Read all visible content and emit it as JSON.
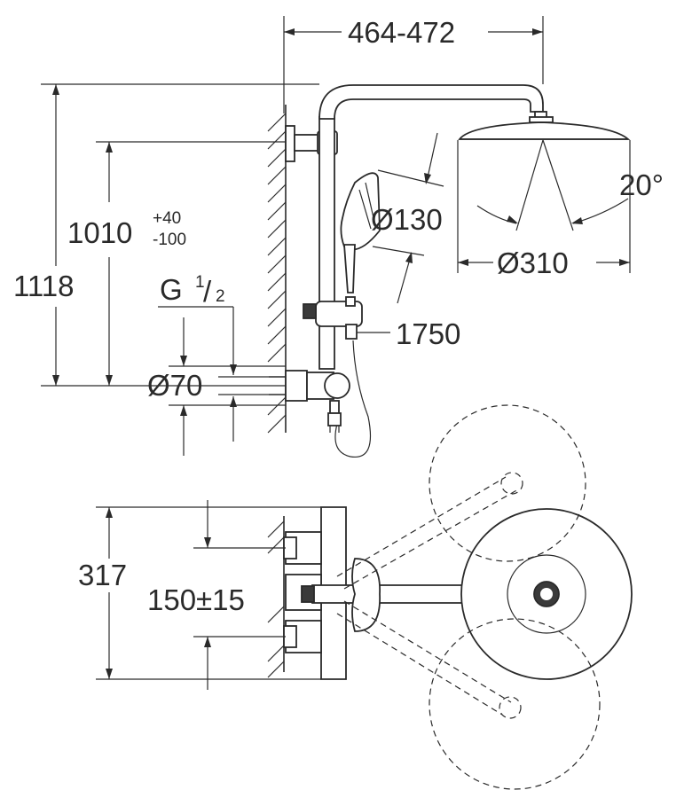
{
  "dimensions": {
    "width_range": "464-472",
    "total_height": "1118",
    "outlet_height": "1010",
    "outlet_tol_plus": "+40",
    "outlet_tol_minus": "-100",
    "thread_prefix": "G",
    "thread_num": "1",
    "thread_slash": "/",
    "thread_den": "2",
    "rosette_diameter": "Ø70",
    "hand_shower_diameter": "Ø130",
    "head_shower_diameter": "Ø310",
    "tilt_angle": "20°",
    "hose_length": "1750",
    "plan_depth": "317",
    "centres": "150±15"
  },
  "colors": {
    "line": "#2a2a2a",
    "background": "#ffffff"
  }
}
